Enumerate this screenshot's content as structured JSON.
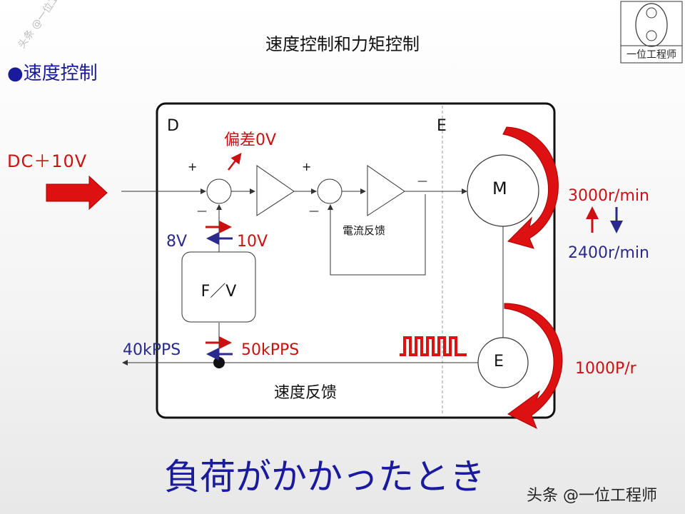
{
  "title": "速度控制和力矩控制",
  "subtitle": "●速度控制",
  "watermark": "头条 @一位工程师",
  "stamp_text": "一位工程师",
  "input_label": "DC＋10V",
  "block_labels": {
    "drive": "D",
    "encoder_side": "E",
    "motor": "M",
    "encoder": "E",
    "fv_converter": "F／V",
    "current_feedback": "電流反馈",
    "speed_feedback": "速度反馈"
  },
  "annotations": {
    "deviation": "偏差0V",
    "voltage_before": "8V",
    "voltage_after": "10V",
    "pulse_before": "40kPPS",
    "pulse_after": "50kPPS",
    "speed_before": "3000r/min",
    "speed_after": "2400r/min",
    "encoder_resolution": "1000P/r"
  },
  "signs": {
    "plus1": "+",
    "minus1": "—",
    "plus2": "+",
    "minus2": "—",
    "minus3": "—"
  },
  "bottom_text": "負荷がかかったとき",
  "footer_brand": "头条 @一位工程师",
  "colors": {
    "red": "#cc1010",
    "blue": "#2a2a8c",
    "arrow_red": "#dd1111"
  }
}
